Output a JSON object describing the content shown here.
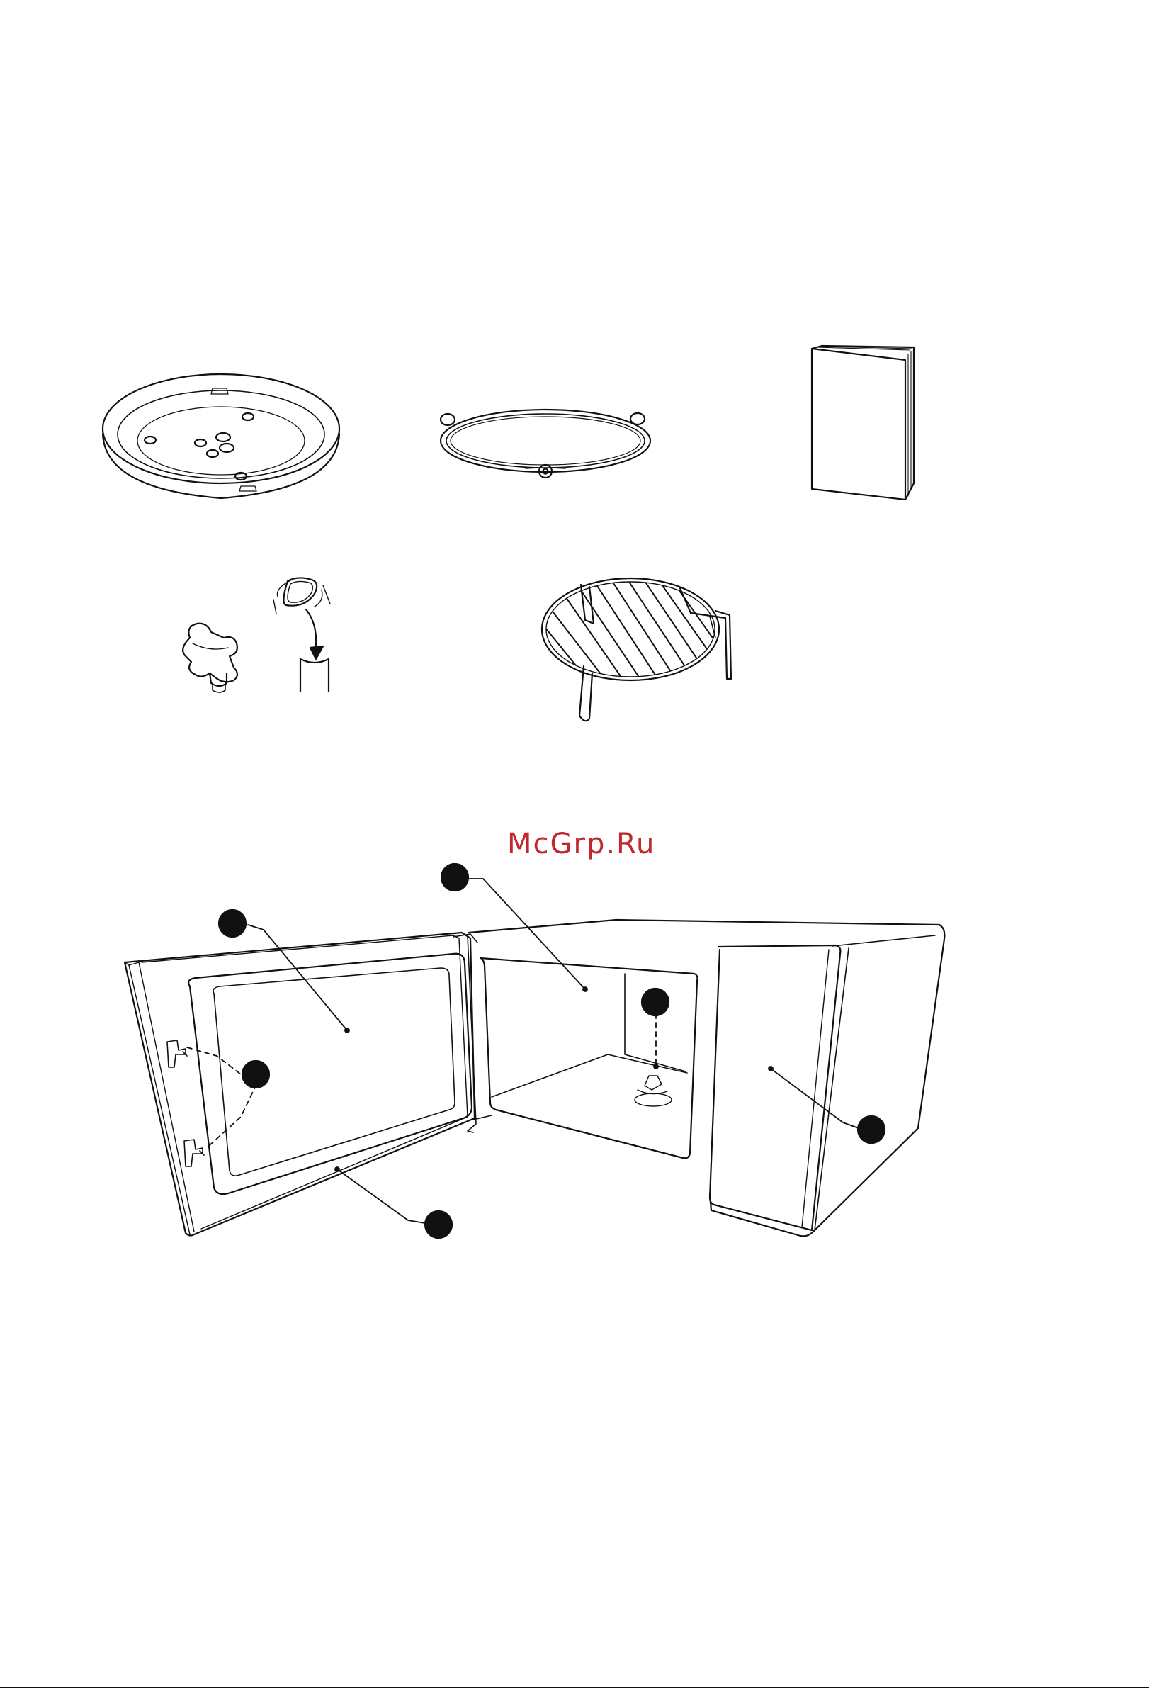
{
  "watermark": {
    "text": "McGrp.Ru",
    "color": "#c1272d"
  },
  "colors": {
    "ink": "#111111",
    "paper": "#ffffff",
    "callout": "#111111"
  },
  "accessories": {
    "items": [
      {
        "icon": "turntable-glass-plate-icon"
      },
      {
        "icon": "roller-ring-icon"
      },
      {
        "icon": "instruction-booklet-icon"
      },
      {
        "icon": "turntable-coupler-icon"
      },
      {
        "icon": "grill-rack-icon"
      }
    ]
  },
  "oven_diagram": {
    "callouts": [
      {
        "icon": "callout-marker-door-window"
      },
      {
        "icon": "callout-marker-oven-cavity"
      },
      {
        "icon": "callout-marker-coupler"
      },
      {
        "icon": "callout-marker-door-latches"
      },
      {
        "icon": "callout-marker-control-panel"
      },
      {
        "icon": "callout-marker-door-seal"
      }
    ]
  }
}
